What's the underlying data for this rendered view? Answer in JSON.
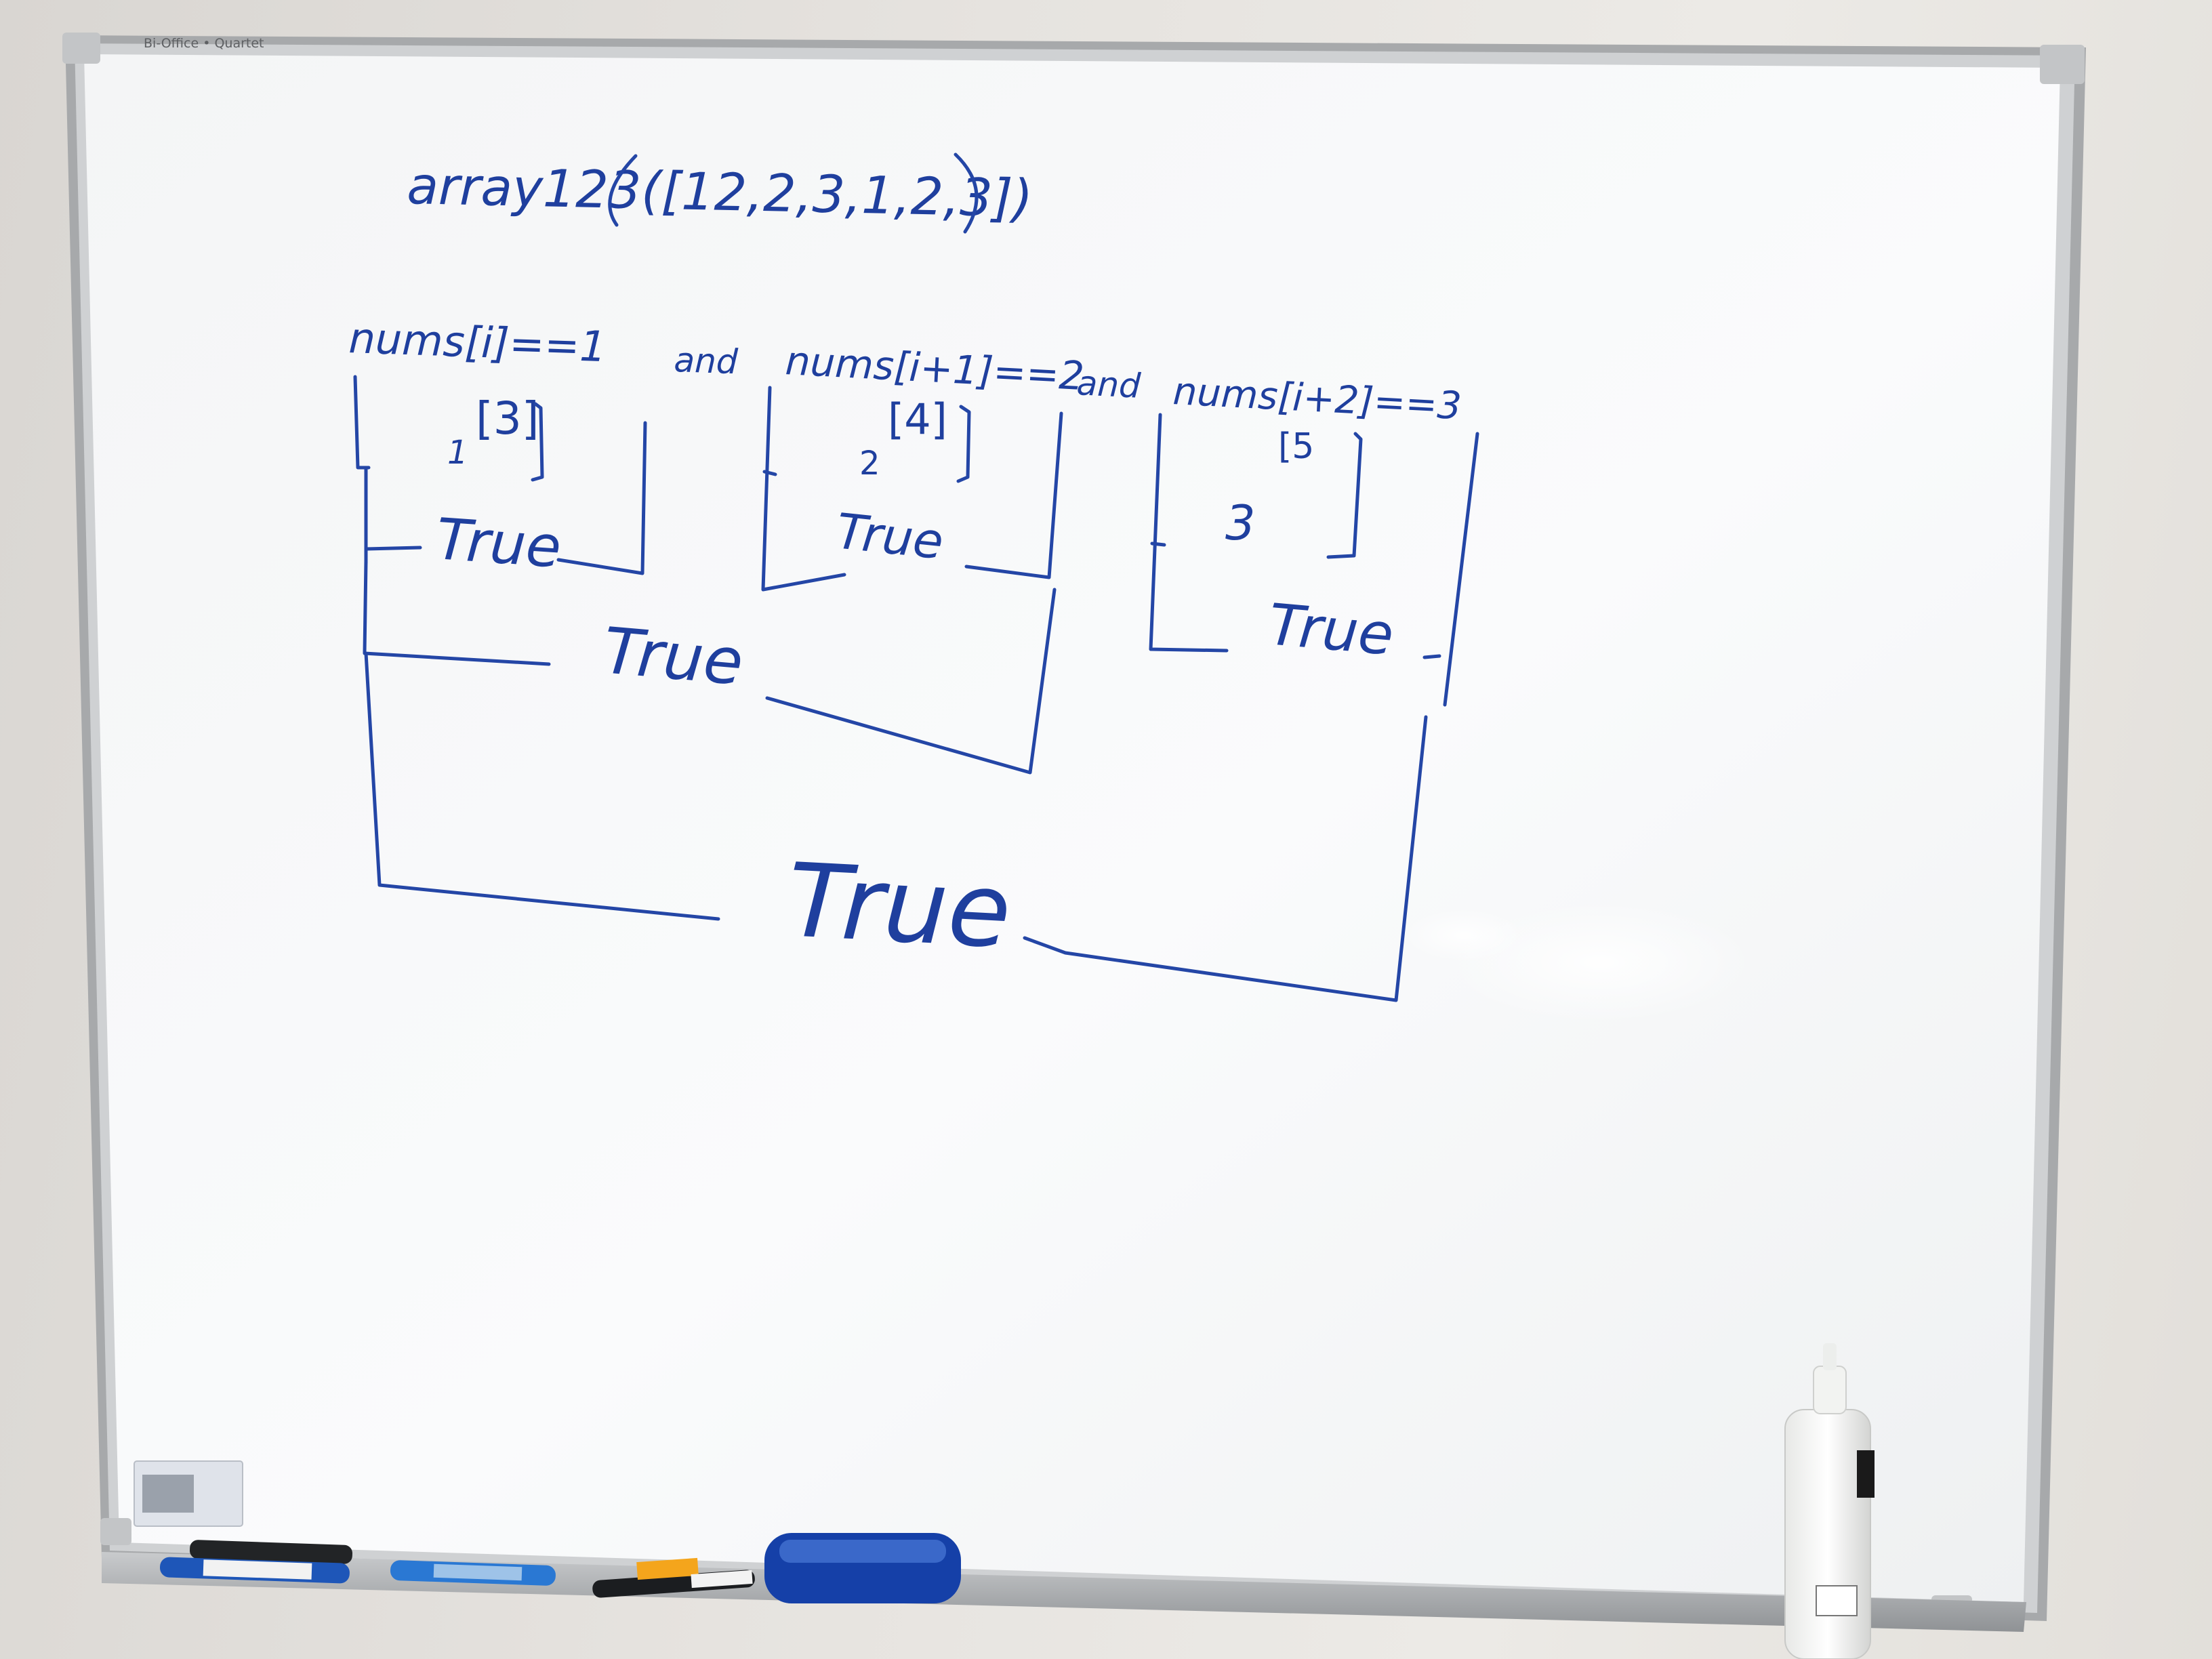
{
  "board": {
    "brand_label": "Bi-Office • Quartet"
  },
  "writing": {
    "top_line": "array123([12,2,3,1,2,3])",
    "condition_part_1": "nums[i]==1",
    "and_1": "and",
    "condition_part_2": "nums[i+1]==2",
    "and_2": "and",
    "condition_part_3": "nums[i+2]==3",
    "value_13": "[3]",
    "value_1": "1",
    "value_14": "[4]",
    "value_2": "2",
    "value_15": "[5",
    "value_3": "3",
    "true_1": "True",
    "true_2": "True",
    "true_3": "True",
    "true_combined": "True",
    "true_final": "True"
  },
  "colors": {
    "ink": "#2446a6",
    "frame": "#a9abad",
    "board": "#f7f8f9"
  }
}
